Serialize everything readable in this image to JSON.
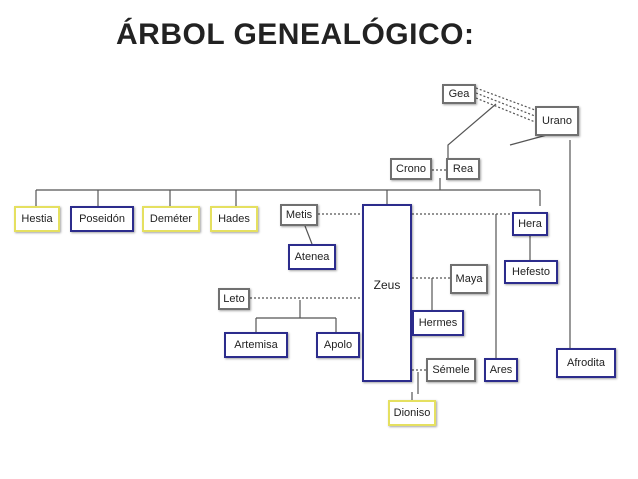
{
  "title": "ÁRBOL GENEALÓGICO:",
  "colors": {
    "gray_border": "#707070",
    "blue_border": "#2c2c8c",
    "yellow_border": "#e5e060",
    "line": "#555555"
  },
  "nodes": {
    "gea": "Gea",
    "urano": "Urano",
    "crono": "Crono",
    "rea": "Rea",
    "hestia": "Hestia",
    "poseidon": "Poseidón",
    "demeter": "Deméter",
    "hades": "Hades",
    "metis": "Metis",
    "atenea": "Atenea",
    "zeus": "Zeus",
    "hera": "Hera",
    "hefesto": "Hefesto",
    "maya": "Maya",
    "hermes": "Hermes",
    "leto": "Leto",
    "artemisa": "Artemisa",
    "apolo": "Apolo",
    "semele": "Sémele",
    "ares": "Ares",
    "afrodita": "Afrodita",
    "dioniso": "Dioniso"
  }
}
